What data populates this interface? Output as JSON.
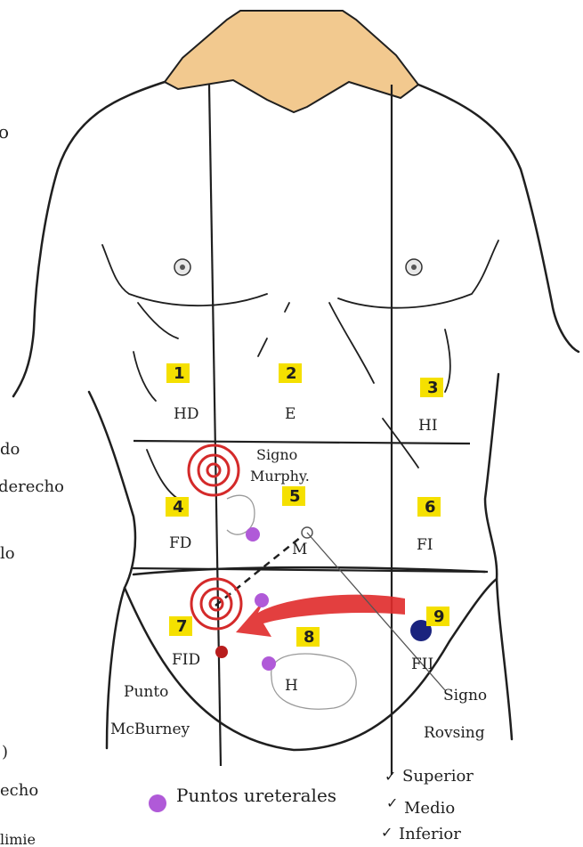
{
  "regions": [
    {
      "number": "1",
      "abbr": "HD"
    },
    {
      "number": "2",
      "abbr": "E"
    },
    {
      "number": "3",
      "abbr": "HI"
    },
    {
      "number": "4",
      "abbr": "FD"
    },
    {
      "number": "5",
      "abbr": "M"
    },
    {
      "number": "6",
      "abbr": "FI"
    },
    {
      "number": "7",
      "abbr": "FID"
    },
    {
      "number": "8",
      "abbr": "H"
    },
    {
      "number": "9",
      "abbr": "FII"
    }
  ],
  "annotations": {
    "murphy_line1": "Signo",
    "murphy_line2": "Murphy.",
    "mcburney_line1": "Punto",
    "mcburney_line2": "McBurney",
    "rovsing_line1": "Signo",
    "rovsing_line2": "Rovsing"
  },
  "legend": {
    "dot_label": "Puntos ureterales",
    "items": [
      "Superior",
      "Medio",
      "Inferior"
    ],
    "check_marks": [
      "✓",
      "✓",
      "✓"
    ]
  },
  "cut_off_left": [
    "o",
    "do",
    "derecho",
    "lo",
    ")",
    "echo",
    "limie"
  ],
  "colors": {
    "highlight": "#f5e000",
    "target_red": "#d42a2a",
    "arrow_red": "#e02a2a",
    "dot_purple": "#b05ad8",
    "dot_navy": "#1a237e",
    "neck_skin": "#f2c98f",
    "ink": "#1f1f1f"
  }
}
